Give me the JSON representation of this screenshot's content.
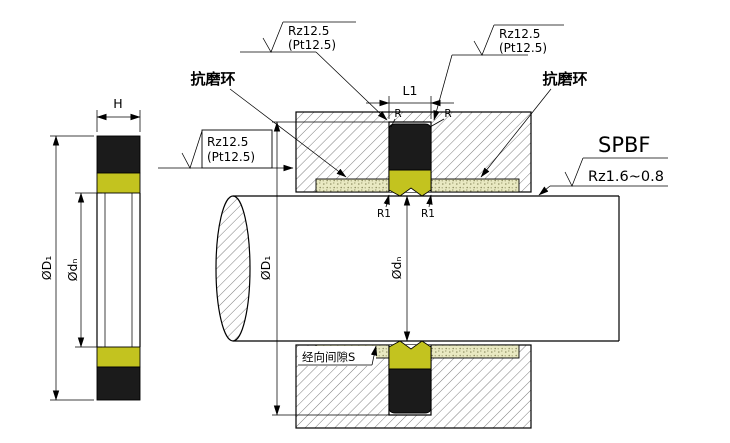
{
  "colors": {
    "background": "#ffffff",
    "line": "#000000",
    "seal_black": "#1b1b1b",
    "energizer_yellow": "#c3c31f",
    "wear_ring_fill": "#e9e9c2",
    "wear_ring_dot": "#8f8f62"
  },
  "left_view": {
    "height_dim": "H",
    "outer_dia_dim": "ØD₁",
    "inner_dia_dim": "Ødₙ"
  },
  "right_view": {
    "groove_width_dim": "L1",
    "outer_dia_dim": "ØD₁",
    "inner_dia_dim": "Ødₙ",
    "radius_top_left": "R",
    "radius_top_right": "R",
    "radius_bottom_left": "R1",
    "radius_bottom_right": "R1",
    "wear_ring_left_label": "抗磨环",
    "wear_ring_right_label": "抗磨环",
    "clearance_label": "经向间隙S"
  },
  "surface_callouts": {
    "top_left": {
      "line1": "Rz12.5",
      "line2": "(Pt12.5)"
    },
    "top_right": {
      "line1": "Rz12.5",
      "line2": "(Pt12.5)"
    },
    "mid_left": {
      "line1": "Rz12.5",
      "line2": "(Pt12.5)"
    },
    "shaft": {
      "series": "SPBF",
      "roughness": "Rz1.6~0.8"
    }
  }
}
